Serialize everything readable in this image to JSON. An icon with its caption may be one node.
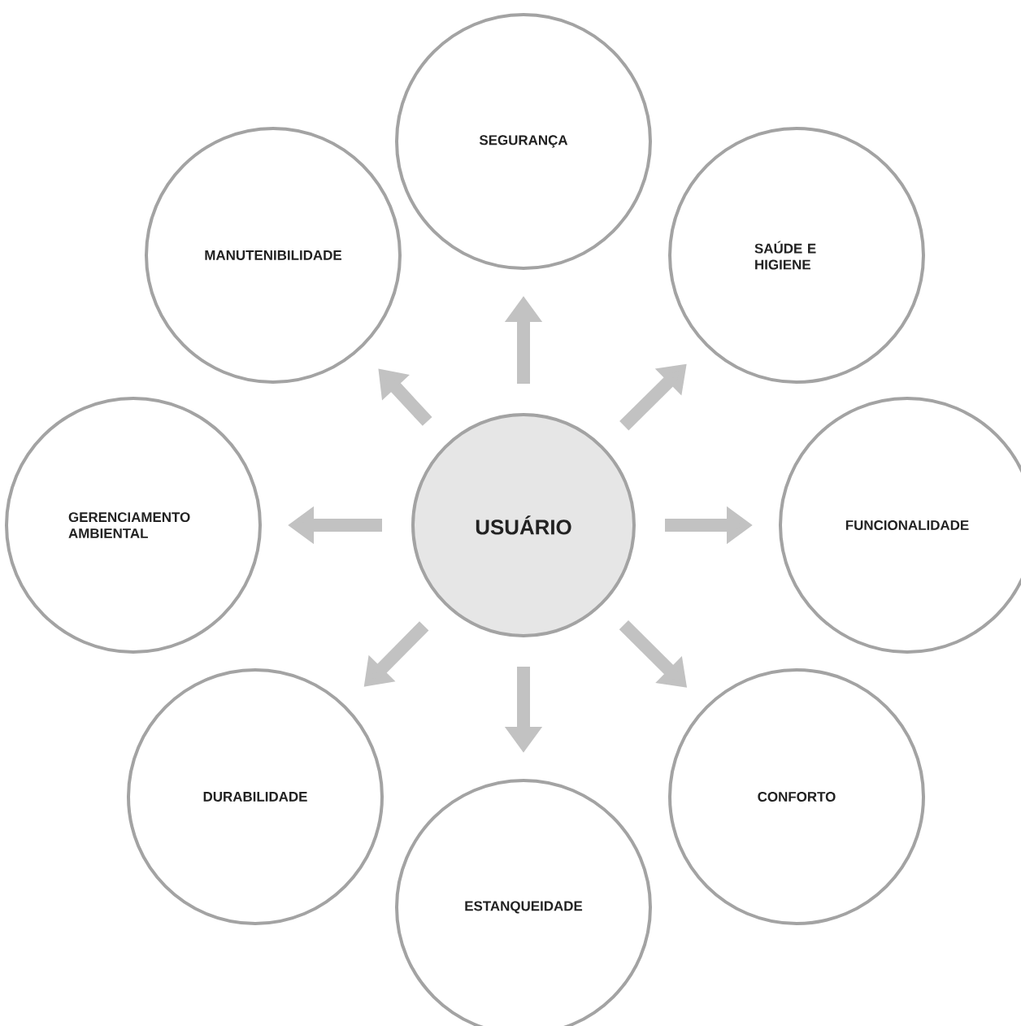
{
  "diagram": {
    "nodes": [
      {
        "text": [
          "USUÁRIO"
        ]
      },
      {
        "text": [
          "SEGURANÇA"
        ]
      },
      {
        "text": [
          "MANUTENIBILIDADE"
        ]
      },
      {
        "text": [
          "SAÚDE E HIGIENE"
        ]
      },
      {
        "text": [
          "GERENCIAMENTO AMBIENTAL"
        ]
      },
      {
        "text": [
          "FUNCIONALIDADE"
        ]
      },
      {
        "text": [
          "DURABILIDADE"
        ]
      },
      {
        "text": [
          "CONFORTO"
        ]
      },
      {
        "text": [
          "ESTANQUEIDADE"
        ]
      }
    ],
    "edges": [
      {
        "from": 0,
        "to": 1,
        "arrow": "to"
      },
      {
        "from": 0,
        "to": 2,
        "arrow": "to"
      },
      {
        "from": 0,
        "to": 3,
        "arrow": "to"
      },
      {
        "from": 0,
        "to": 4,
        "arrow": "to"
      },
      {
        "from": 0,
        "to": 5,
        "arrow": "to"
      },
      {
        "from": 0,
        "to": 6,
        "arrow": "to"
      },
      {
        "from": 0,
        "to": 7,
        "arrow": "to"
      },
      {
        "from": 0,
        "to": 8,
        "arrow": "to"
      }
    ]
  }
}
